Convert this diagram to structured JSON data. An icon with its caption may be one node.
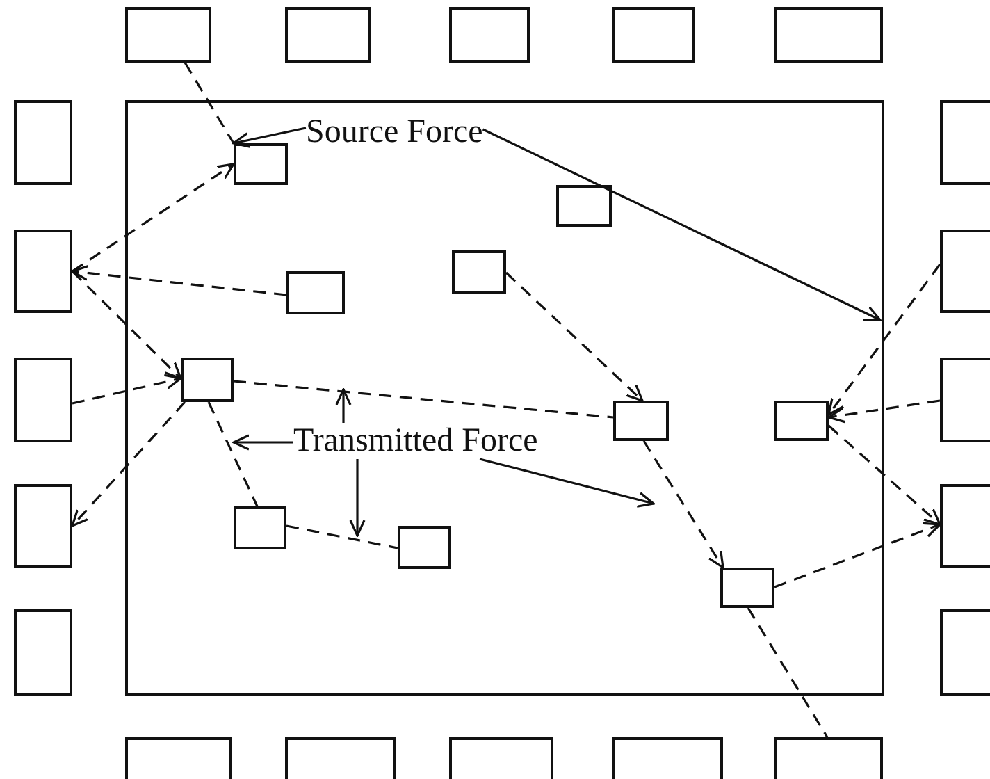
{
  "diagram": {
    "nodes": [
      {
        "text": [],
        "shape": "box"
      },
      {
        "text": [],
        "shape": "box"
      },
      {
        "text": [],
        "shape": "box"
      },
      {
        "text": [],
        "shape": "box"
      },
      {
        "text": [],
        "shape": "box"
      },
      {
        "text": [],
        "shape": "box"
      },
      {
        "text": [],
        "shape": "box"
      },
      {
        "text": [],
        "shape": "box"
      },
      {
        "text": [],
        "shape": "box"
      },
      {
        "text": [],
        "shape": "box"
      },
      {
        "text": [],
        "shape": "box"
      },
      {
        "text": [],
        "shape": "box",
        "in": 10
      },
      {
        "text": [],
        "shape": "box",
        "in": 10
      },
      {
        "text": [],
        "shape": "box",
        "in": 10
      },
      {
        "text": [],
        "shape": "box",
        "in": 10
      },
      {
        "text": [],
        "shape": "box",
        "in": 10
      },
      {
        "text": [],
        "shape": "box",
        "in": 10
      },
      {
        "text": [],
        "shape": "box",
        "in": 10
      },
      {
        "text": [],
        "shape": "box",
        "in": 10
      },
      {
        "text": [],
        "shape": "box",
        "in": 10
      },
      {
        "text": [],
        "shape": "box",
        "in": 10
      },
      {
        "text": [],
        "shape": "box"
      },
      {
        "text": [],
        "shape": "box"
      },
      {
        "text": [],
        "shape": "box"
      },
      {
        "text": [],
        "shape": "box"
      },
      {
        "text": [],
        "shape": "box"
      },
      {
        "text": [],
        "shape": "box"
      },
      {
        "text": [],
        "shape": "box"
      },
      {
        "text": [],
        "shape": "box"
      },
      {
        "text": [],
        "shape": "box"
      },
      {
        "text": [],
        "shape": "box"
      },
      {
        "text": [
          "Source Force"
        ],
        "in": 10
      },
      {
        "text": [
          "Transmitted Force"
        ],
        "in": 10
      }
    ],
    "edges": [
      {
        "from": 0,
        "to": 11,
        "arrow": "none",
        "style": "dashed"
      },
      {
        "from": 6,
        "to": 11,
        "arrow": "to",
        "style": "dashed"
      },
      {
        "from": 14,
        "to": 6,
        "arrow": "to",
        "style": "dashed"
      },
      {
        "from": 6,
        "to": 15,
        "arrow": "to",
        "style": "dashed"
      },
      {
        "from": 7,
        "to": 15,
        "arrow": "to",
        "style": "dashed"
      },
      {
        "from": 15,
        "to": 8,
        "arrow": "to",
        "style": "dashed"
      },
      {
        "from": 15,
        "to": 16,
        "arrow": "none",
        "style": "dashed"
      },
      {
        "from": 15,
        "to": 18,
        "arrow": "none",
        "style": "dashed"
      },
      {
        "from": 18,
        "to": 19,
        "arrow": "none",
        "style": "dashed"
      },
      {
        "from": 13,
        "to": 16,
        "arrow": "to",
        "style": "dashed"
      },
      {
        "from": 16,
        "to": 20,
        "arrow": "to",
        "style": "dashed"
      },
      {
        "from": 20,
        "to": 30,
        "arrow": "none",
        "style": "dashed"
      },
      {
        "from": 20,
        "to": 24,
        "arrow": "to",
        "style": "dashed"
      },
      {
        "from": 22,
        "to": 17,
        "arrow": "to",
        "style": "dashed"
      },
      {
        "from": 23,
        "to": 17,
        "arrow": "to",
        "style": "dashed"
      },
      {
        "from": 17,
        "to": 24,
        "arrow": "to",
        "style": "dashed"
      },
      {
        "from": 31,
        "to": 11,
        "arrow": "to"
      },
      {
        "from": 31,
        "to": null,
        "arrow": "to"
      },
      {
        "from": 32,
        "to": null,
        "arrow": "to"
      },
      {
        "from": 32,
        "to": null,
        "arrow": "to"
      },
      {
        "from": 32,
        "to": null,
        "arrow": "to"
      },
      {
        "from": 32,
        "to": null,
        "arrow": "to"
      }
    ]
  }
}
